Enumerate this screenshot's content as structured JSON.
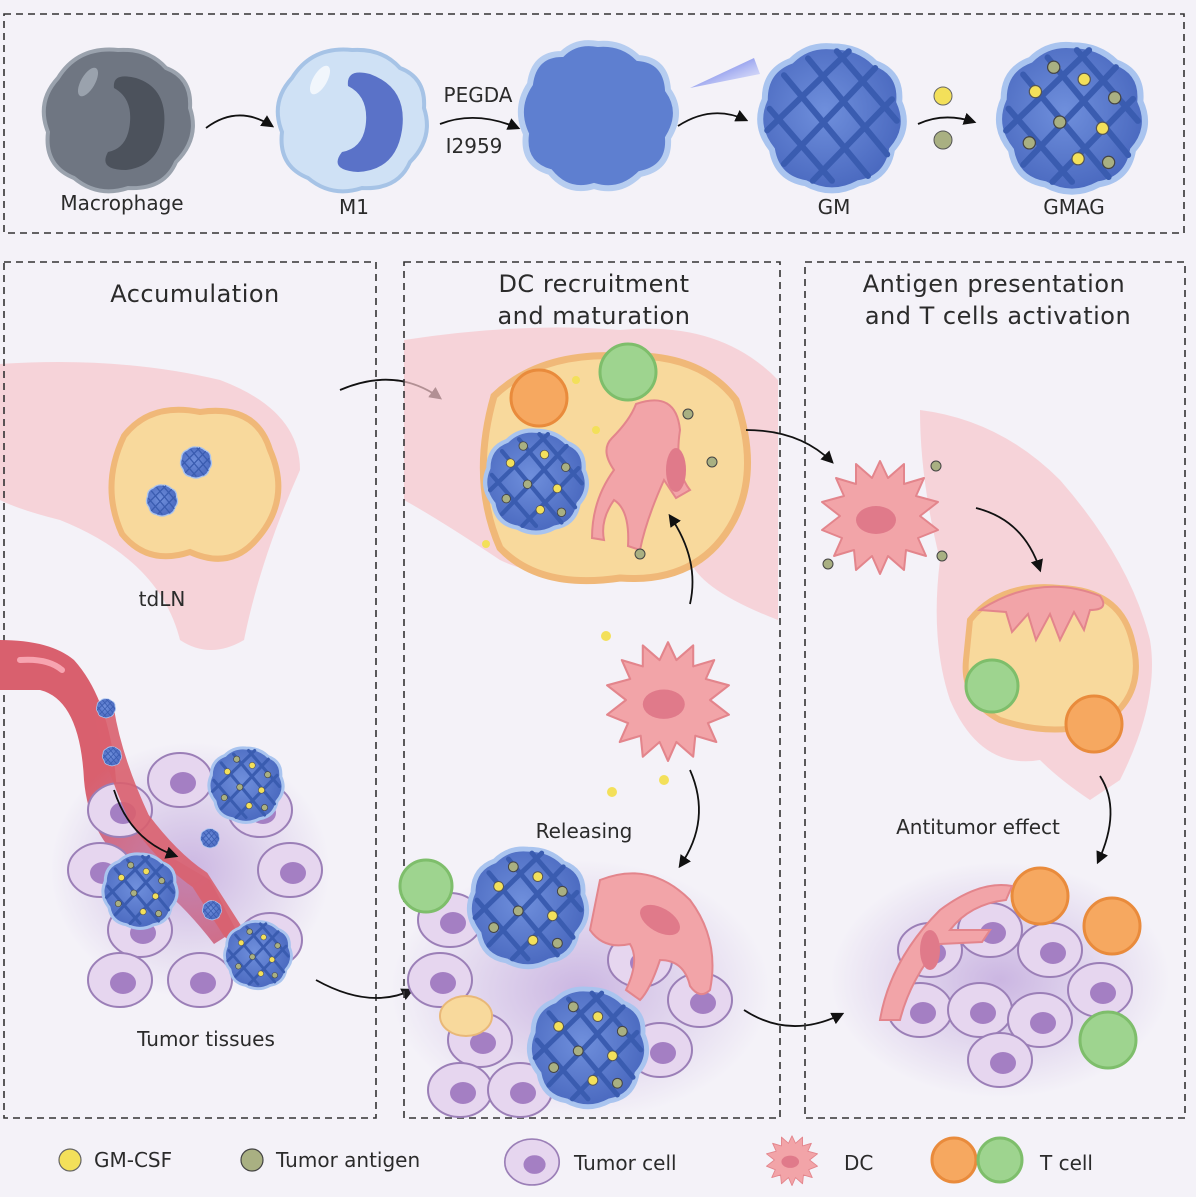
{
  "synthesis": {
    "macrophage": "Macrophage",
    "m1": "M1",
    "reagent1": "PEGDA",
    "reagent2": "I2959",
    "gm": "GM",
    "gmag": "GMAG"
  },
  "panels": {
    "accumulation": {
      "title": "Accumulation",
      "tdln": "tdLN",
      "tumor": "Tumor tissues"
    },
    "recruitment": {
      "title_line1": "DC recruitment",
      "title_line2": "and maturation",
      "releasing": "Releasing"
    },
    "presentation": {
      "title_line1": "Antigen presentation",
      "title_line2": "and T cells activation",
      "effect": "Antitumor effect"
    }
  },
  "legend": {
    "gmcsf": "GM-CSF",
    "antigen": "Tumor antigen",
    "tumor_cell": "Tumor cell",
    "dc": "DC",
    "t_cell": "T cell"
  },
  "colors": {
    "mesh": "#3a5cb0",
    "gm_fill": "#5e7fd0",
    "node": "#f4c8a0",
    "vessel": "#e07080",
    "gmcsf": "#f3e05a",
    "antigen": "#a9b082",
    "tcell_orange": "#f6a860",
    "tcell_green": "#9ed48f",
    "dc": "#f2a4a8",
    "tumor_cell": "#cdb6e0"
  }
}
